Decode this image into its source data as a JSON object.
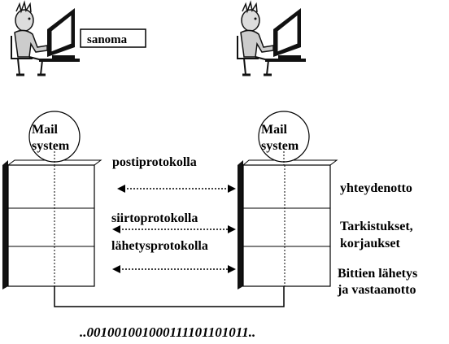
{
  "message_label": "sanoma",
  "mail_system_label_line1": "Mail",
  "mail_system_label_line2": "system",
  "protocols": {
    "mail": "postiprotokolla",
    "transfer": "siirtoprotokolla",
    "transmission": "lähetysprotokolla"
  },
  "layer_descriptions": {
    "connection": "yhteydenotto",
    "checks_line1": "Tarkistukset,",
    "checks_line2": "korjaukset",
    "bits_line1": "Bittien lähetys",
    "bits_line2": "ja vastaanotto"
  },
  "bitstream": "..001001001000111101101011..",
  "icons": [
    "person-at-computer-icon",
    "person-at-computer-icon"
  ],
  "colors": {
    "ink": "#000000",
    "paper": "#ffffff",
    "shadow": "#444444"
  }
}
